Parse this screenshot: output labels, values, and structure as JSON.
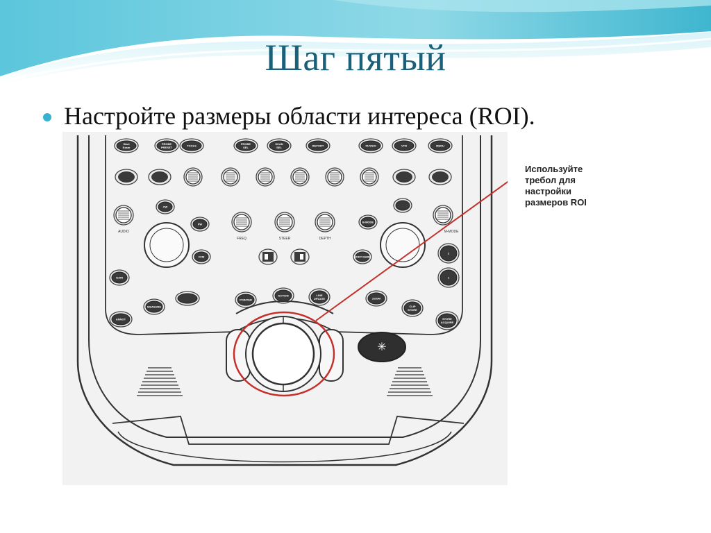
{
  "slide": {
    "title": "Шаг пятый",
    "bullet": "Настройте размеры области интереса (ROI).",
    "accent_color": "#37b3cf",
    "title_color": "#1a6078"
  },
  "figure": {
    "top_buttons": [
      "Start\nExam",
      "PROBE\nPRESET",
      "TOOLS",
      "PROBE\nSEL",
      "SCAN\nSEL",
      "REPORT",
      "PHYSIO",
      "VTR",
      "MENU"
    ],
    "labels": {
      "audio": "AUDIO",
      "cw": "CW",
      "pw": "PW",
      "cfm": "CFM",
      "freq": "FREQ",
      "steer": "STEER",
      "depth": "DEPTH",
      "b_mode": "B-MODE",
      "m_mode": "M-MODE",
      "body_mark": "BODY MARK",
      "annot": "ANNOT",
      "measure": "MEASURE",
      "pointer": "POINTER",
      "action": "ACTION",
      "line_update": "LINE\nUPDATE",
      "zoom": "ZOOM",
      "clip_store": "CLIP\nSTORE",
      "store_acquire": "STORE\nACQUIRE",
      "gain": "GAIN",
      "key_2": "2",
      "key_1": "1"
    }
  },
  "callout": {
    "lines": [
      "Используйте",
      "требол для",
      "настройки",
      "размеров ROI"
    ],
    "line_color": "#c4302b"
  }
}
